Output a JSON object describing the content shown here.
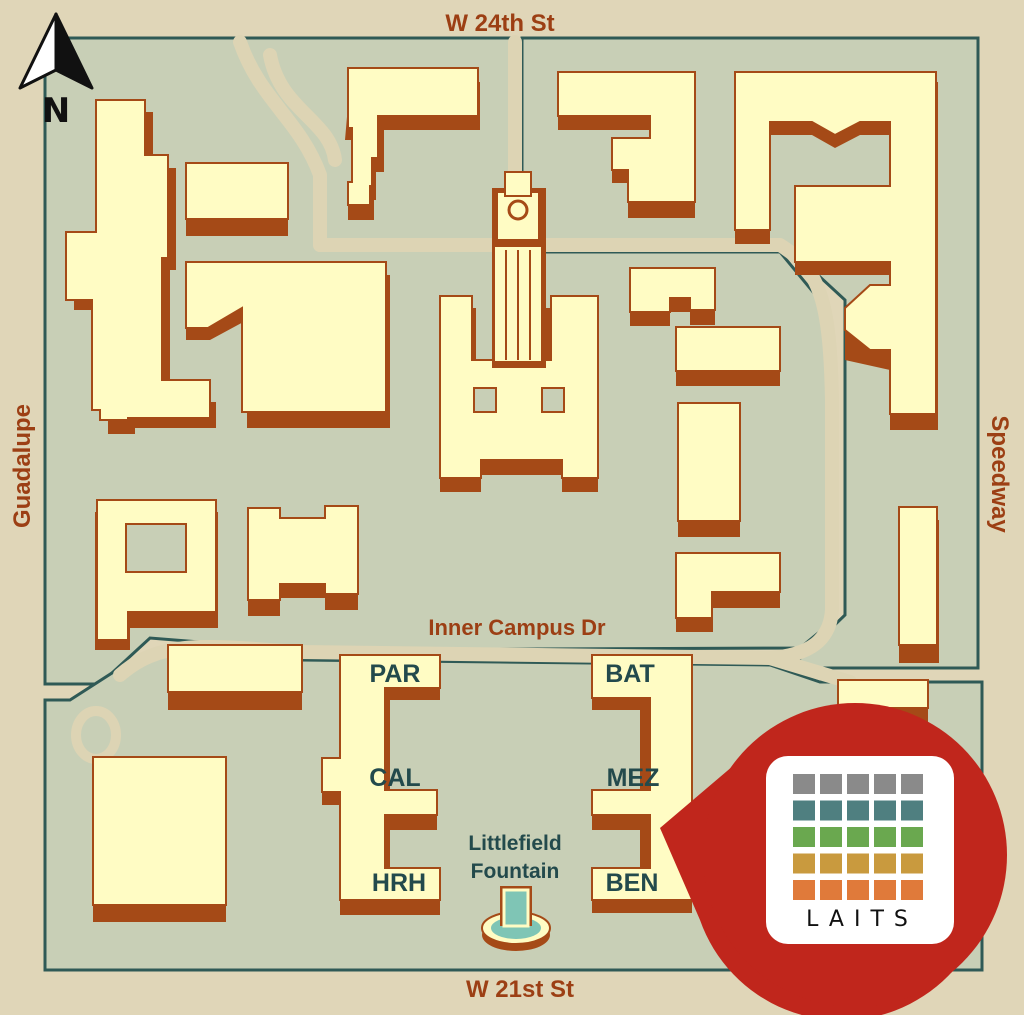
{
  "map": {
    "colors": {
      "land": "#e0d6b8",
      "grass": "#c8cfb6",
      "block_stroke": "#2f5a56",
      "path": "#ddd4b4",
      "building": "#fffcc4",
      "building_shadow": "#a54a17",
      "water": "#7fc5b5",
      "street_label": "#9c3f14",
      "building_label": "#234a4c",
      "badge": "#c0261c"
    },
    "north_arrow": {
      "label": "N"
    },
    "streets": {
      "north": "W 24th St",
      "south": "W 21st St",
      "west": "Guadalupe",
      "east": "Speedway",
      "inner": "Inner Campus Dr"
    },
    "buildings": [
      {
        "code": "PAR"
      },
      {
        "code": "CAL"
      },
      {
        "code": "HRH"
      },
      {
        "code": "BAT"
      },
      {
        "code": "MEZ"
      },
      {
        "code": "BEN"
      }
    ],
    "landmark": {
      "line1": "Littlefield",
      "line2": "Fountain"
    },
    "logo": {
      "text": "LAITS",
      "rows": [
        "#8a8a8a",
        "#4f7f80",
        "#6aa84f",
        "#c99a3e",
        "#e07a3a"
      ]
    }
  }
}
